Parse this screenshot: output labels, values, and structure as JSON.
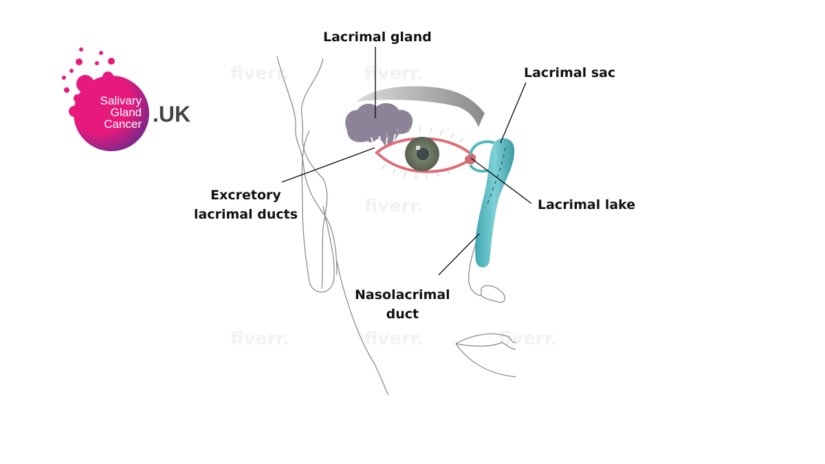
{
  "logo": {
    "line1": "Salivary",
    "line2": "Gland",
    "line3": "Cancer",
    "suffix": ".UK",
    "brand_pink": "#e8197d",
    "brand_purple": "#6a2a8c"
  },
  "labels": {
    "lacrimal_gland": "Lacrimal gland",
    "lacrimal_sac": "Lacrimal sac",
    "excretory_ducts_line1": "Excretory",
    "excretory_ducts_line2": "lacrimal ducts",
    "lacrimal_lake": "Lacrimal lake",
    "nasolacrimal_duct_line1": "Nasolacrimal",
    "nasolacrimal_duct_line2": "duct"
  },
  "watermark": "fiverr.",
  "colors": {
    "gland": "#8a8099",
    "duct": "#4fb6be",
    "eyelid": "#e06b75",
    "iris": "#6b7560",
    "brow": "#9a9a9a"
  }
}
